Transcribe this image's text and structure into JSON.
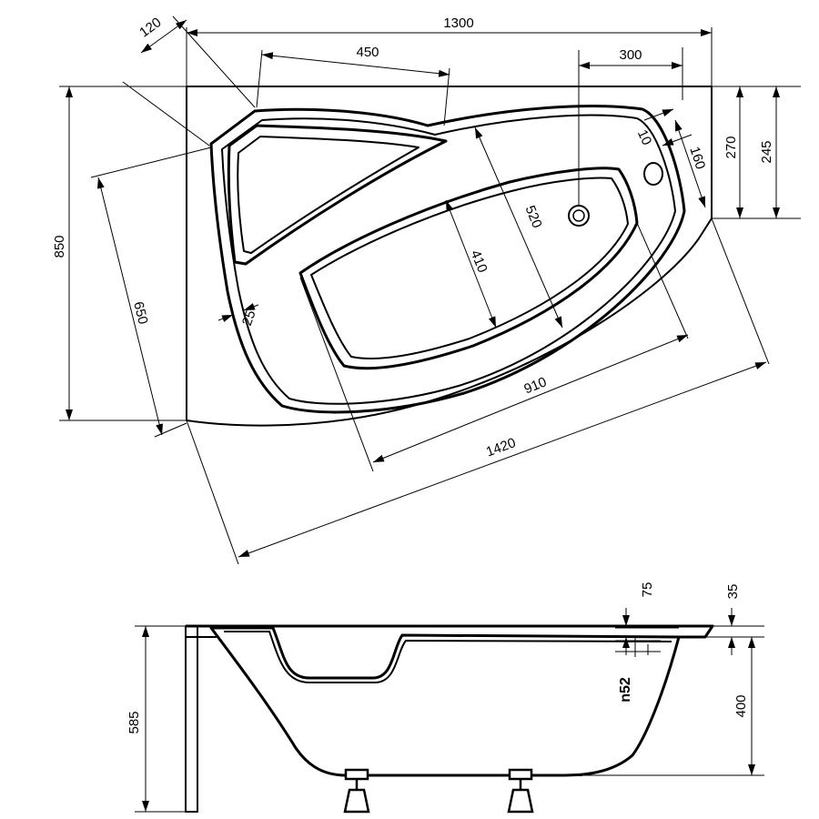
{
  "top_view": {
    "dimensions": {
      "width_1300": "1300",
      "diag_120": "120",
      "seat_450": "450",
      "drain_300": "300",
      "height_850": "850",
      "side_270": "270",
      "side_245": "245",
      "offset_10": "10",
      "offset_160": "160",
      "depth_520": "520",
      "depth_410": "410",
      "side_650": "650",
      "rim_25": "25",
      "length_910": "910",
      "length_1420": "1420"
    }
  },
  "side_view": {
    "dimensions": {
      "rim_75": "75",
      "rim_35": "35",
      "height_585": "585",
      "depth_400": "400",
      "overflow_n52": "n52"
    }
  }
}
